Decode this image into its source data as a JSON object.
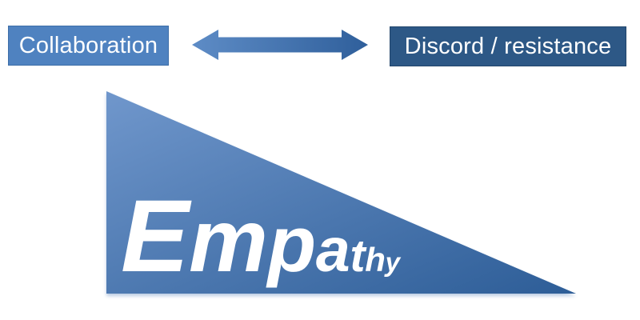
{
  "boxes": {
    "left": {
      "label": "Collaboration"
    },
    "right": {
      "label": "Discord / resistance"
    }
  },
  "arrow": {
    "icon": "double-horizontal-arrow"
  },
  "triangle": {
    "label": "Empathy",
    "letters": [
      "E",
      "m",
      "p",
      "a",
      "t",
      "h",
      "y"
    ]
  },
  "colors": {
    "label-text": "#ffffff",
    "box-left-bg": "#4f82c0",
    "box-left-border": "#3d6ea8",
    "box-right-bg": "#2d5886",
    "box-right-border": "#22466c",
    "arrow-light": "#5e8cc6",
    "arrow-dark": "#2f5f9b",
    "tri-light": "#7097cc",
    "tri-dark": "#2d5d97"
  }
}
